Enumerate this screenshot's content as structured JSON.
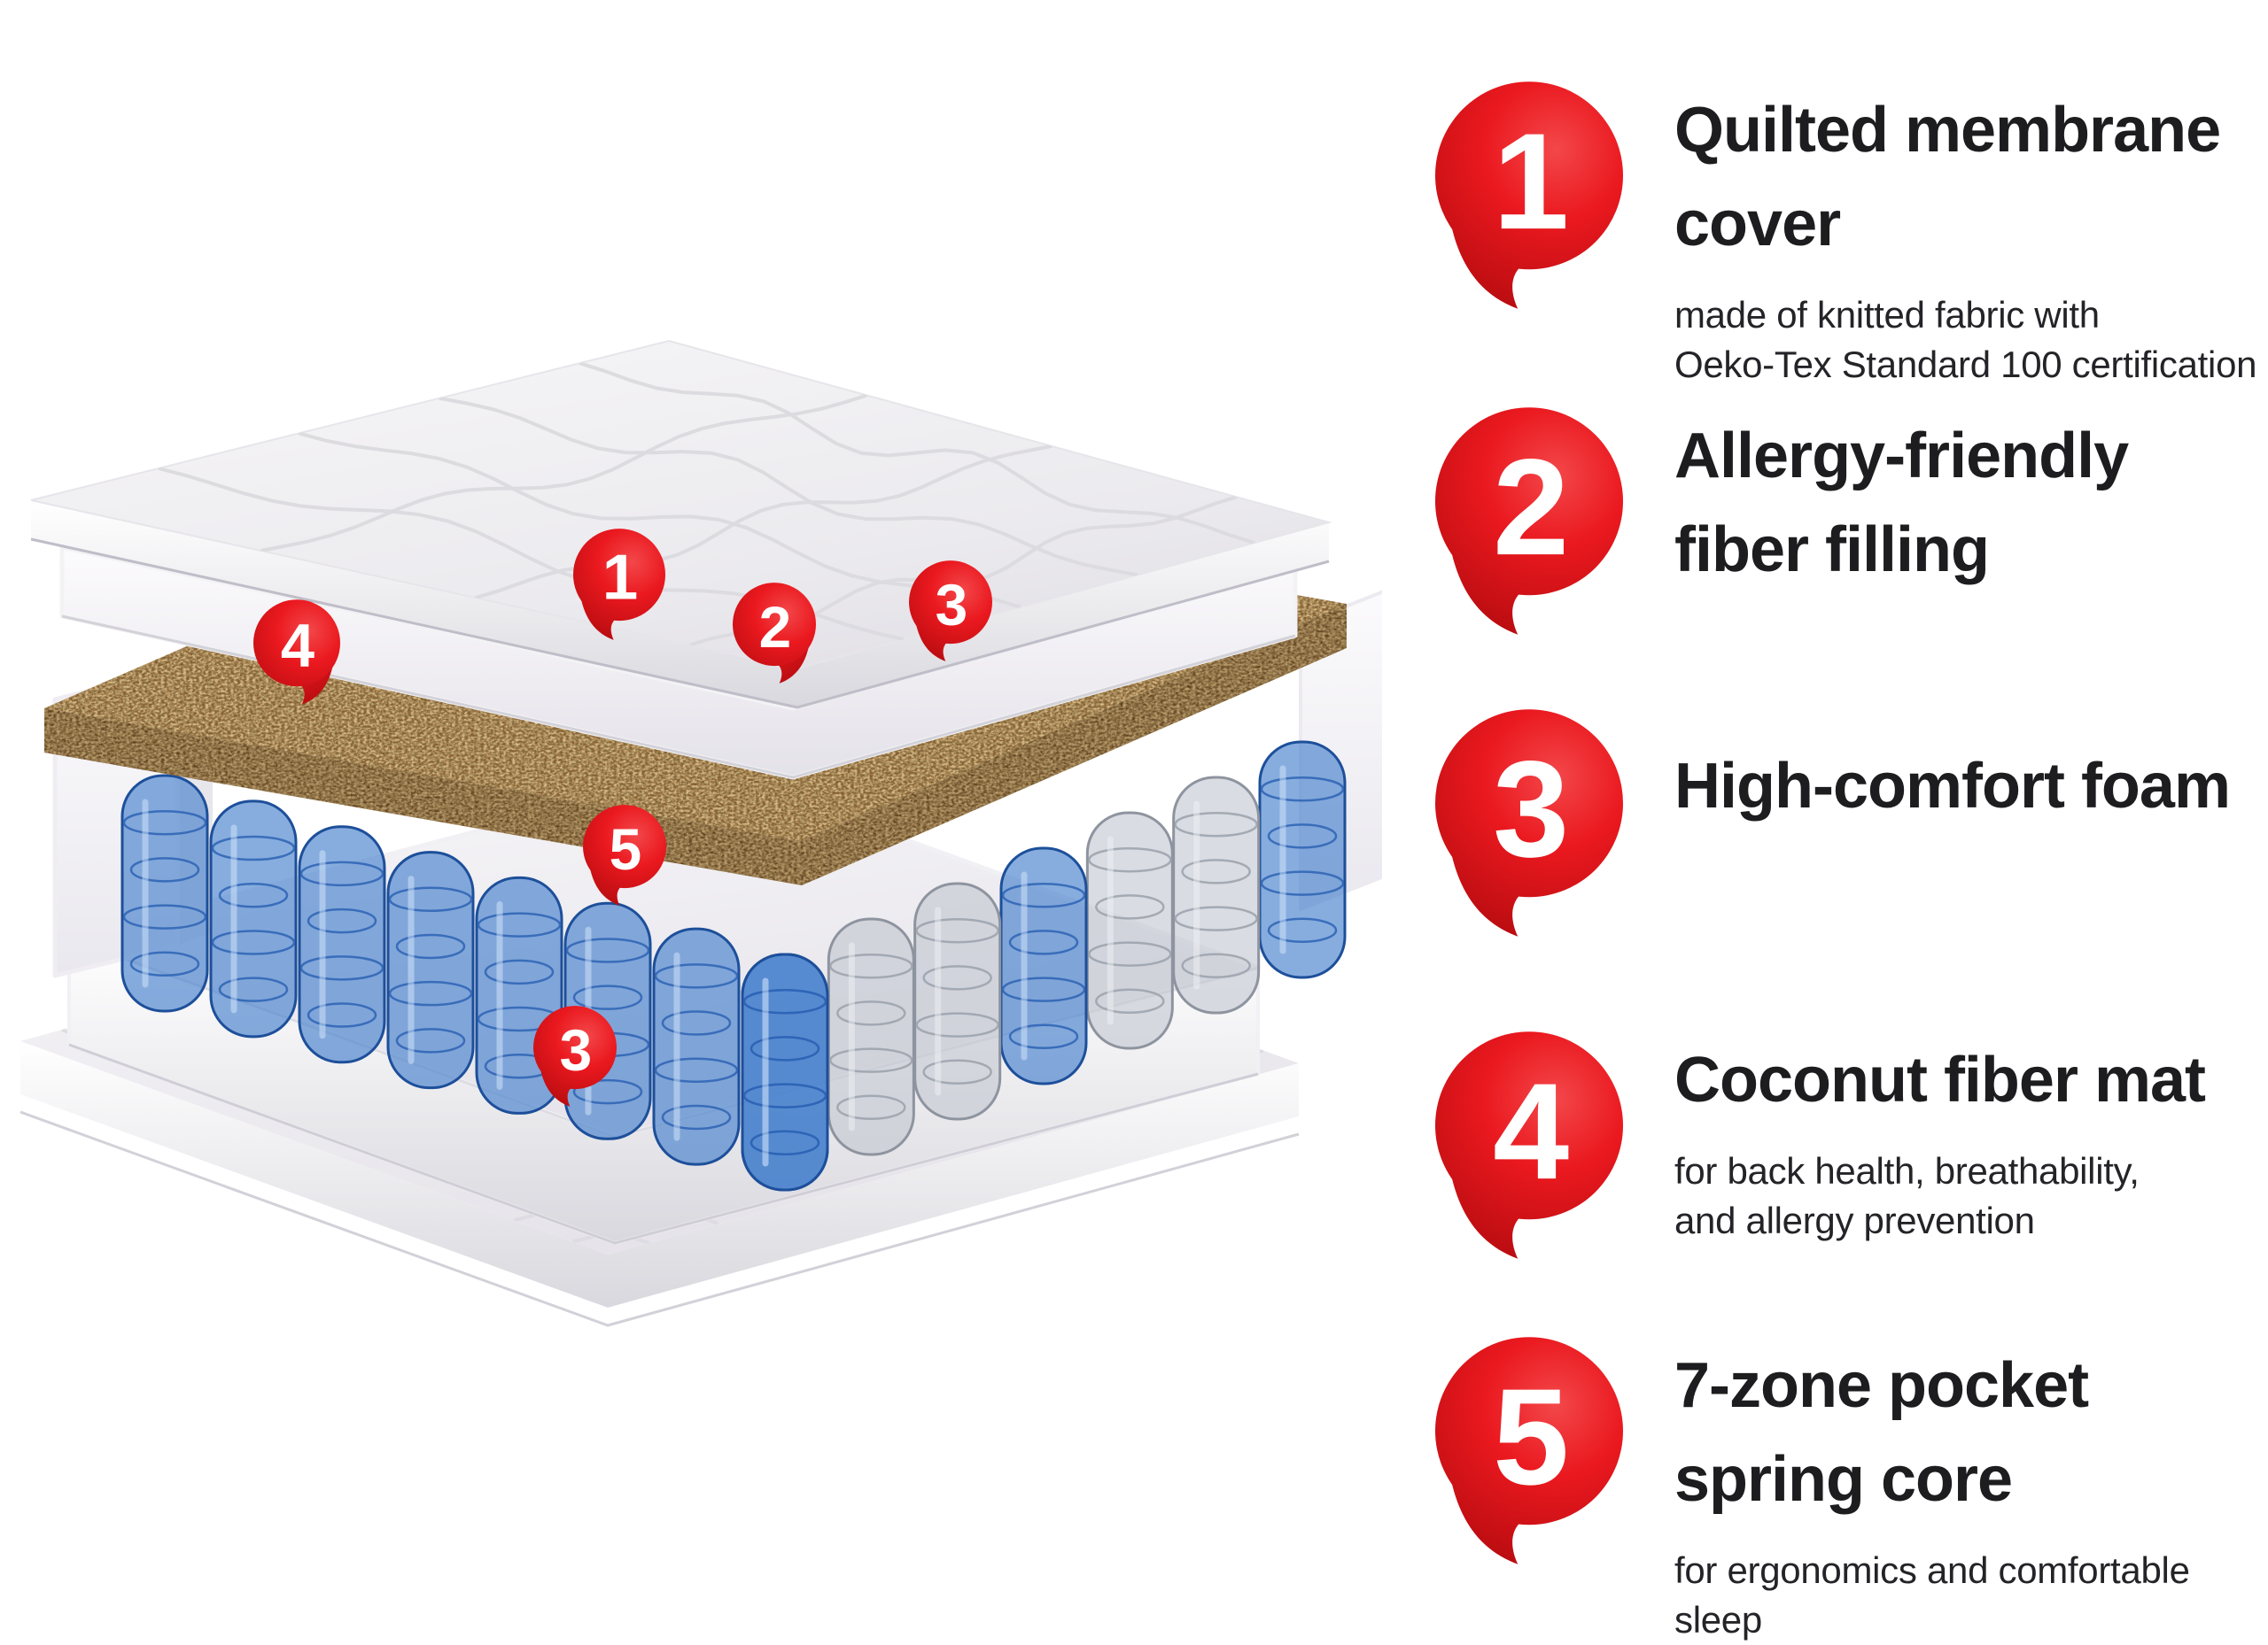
{
  "legend": {
    "items": [
      {
        "number": "1",
        "title": "Quilted membrane\ncover",
        "description": "made of knitted fabric with\nOeko-Tex Standard 100 certification"
      },
      {
        "number": "2",
        "title": "Allergy-friendly\nfiber filling",
        "description": ""
      },
      {
        "number": "3",
        "title": "High-comfort foam",
        "description": ""
      },
      {
        "number": "4",
        "title": "Coconut fiber mat",
        "description": "for back health, breathability,\nand allergy prevention"
      },
      {
        "number": "5",
        "title": "7-zone pocket\nspring core",
        "description": "for ergonomics and comfortable sleep"
      }
    ]
  },
  "diagram": {
    "markers": [
      {
        "number": "1"
      },
      {
        "number": "2"
      },
      {
        "number": "3"
      },
      {
        "number": "4"
      },
      {
        "number": "5"
      },
      {
        "number": "3"
      }
    ]
  },
  "colors": {
    "marker_red": "#ea191f",
    "marker_red_dark": "#b80c10",
    "marker_red_light": "#f3474a",
    "text": "#1d1c1e",
    "spring_blue": "#2e6fc4",
    "spring_gray": "#c3c7ce",
    "coconut_brown": "#7a5527",
    "background": "#ffffff"
  }
}
